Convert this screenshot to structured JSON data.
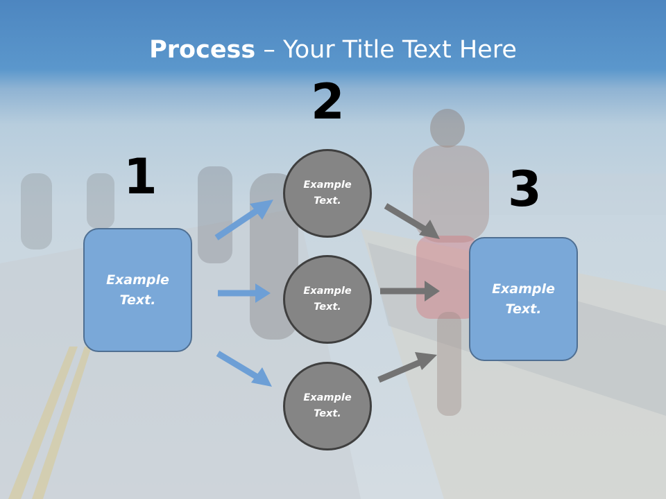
{
  "title": {
    "bold": "Process",
    "rest": " – Your Title Text Here"
  },
  "numbers": {
    "n1": "1",
    "n2": "2",
    "n3": "3"
  },
  "left_box": {
    "line1": "Example",
    "line2": "Text."
  },
  "right_box": {
    "line1": "Example",
    "line2": "Text."
  },
  "circles": [
    {
      "line1": "Example",
      "line2": "Text."
    },
    {
      "line1": "Example",
      "line2": "Text."
    },
    {
      "line1": "Example",
      "line2": "Text."
    }
  ],
  "colors": {
    "box_fill": "#7aa8d8",
    "circle_fill": "#858585",
    "blue_arrow": "#6d9fd6",
    "gray_arrow": "#737373"
  }
}
